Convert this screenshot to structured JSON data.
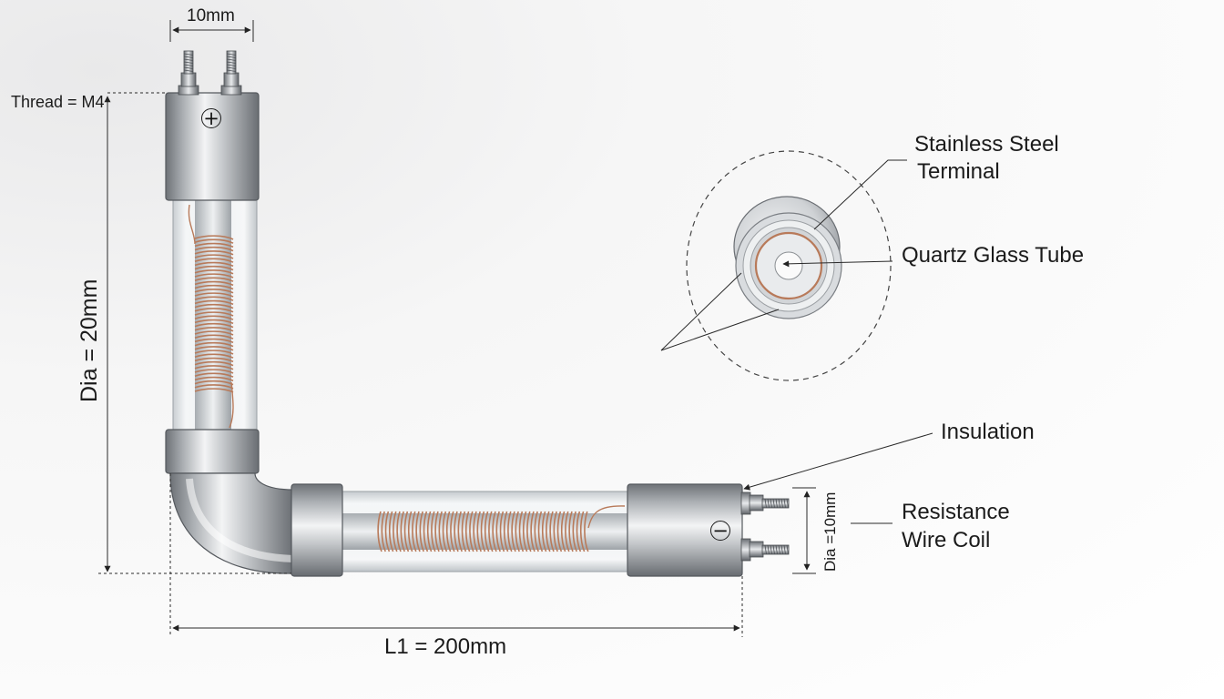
{
  "labels": {
    "stainless_steel_terminal_line1": "Stainless Steel",
    "stainless_steel_terminal_line2": "Terminal",
    "quartz_glass_tube": "Quartz Glass Tube",
    "insulation": "Insulation",
    "resistance_wire_coil_line1": "Resistance",
    "resistance_wire_coil_line2": "Wire Coil"
  },
  "dimensions": {
    "terminal_spacing": "10mm",
    "thread": "Thread = M4",
    "diameter_vertical": "Dia = 20mm",
    "diameter_right": "Dia =10mm",
    "length_horizontal": "L1 = 200mm"
  },
  "terminals": {
    "positive_symbol": "+",
    "negative_symbol": "−"
  },
  "colors": {
    "steel_dark": "#6f7378",
    "steel_light": "#f4f5f6",
    "copper_coil": "#b87a5a",
    "glass": "#e9eef1",
    "line": "#2a2a2a"
  }
}
